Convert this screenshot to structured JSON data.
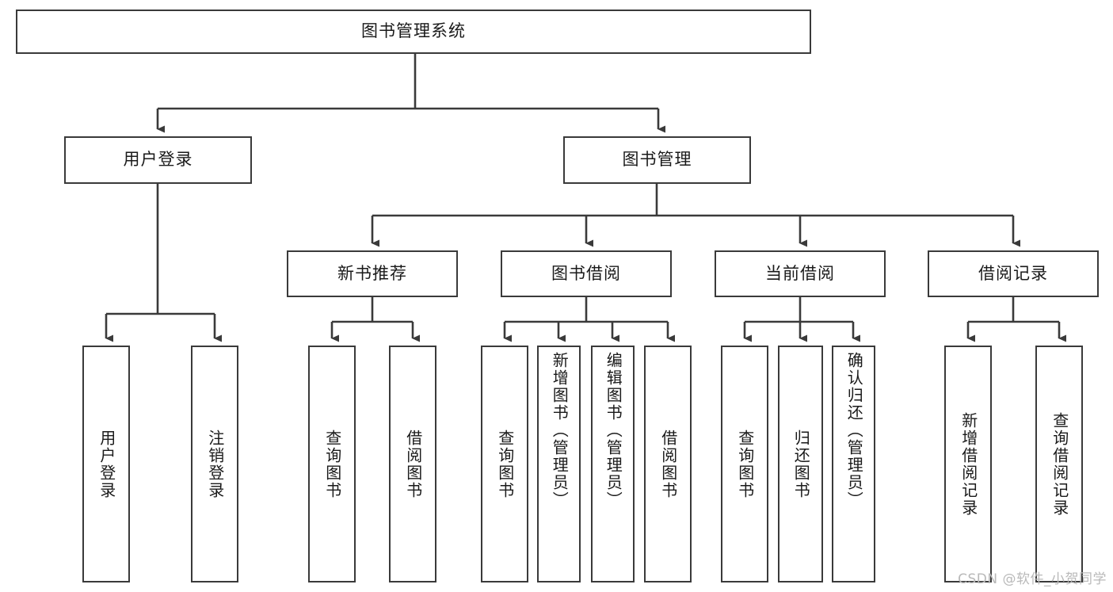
{
  "diagram": {
    "type": "tree-hierarchy-functional-decomposition",
    "title": "图书管理系统",
    "root": {
      "id": "root",
      "label": "图书管理系统",
      "orientation": "horizontal"
    },
    "level2": [
      {
        "id": "user-login",
        "label": "用户登录",
        "orientation": "horizontal"
      },
      {
        "id": "book-manage",
        "label": "图书管理",
        "orientation": "horizontal"
      }
    ],
    "level3": [
      {
        "id": "new-book-recommend",
        "label": "新书推荐",
        "orientation": "horizontal",
        "parent": "book-manage"
      },
      {
        "id": "book-borrow",
        "label": "图书借阅",
        "orientation": "horizontal",
        "parent": "book-manage"
      },
      {
        "id": "current-borrow",
        "label": "当前借阅",
        "orientation": "horizontal",
        "parent": "book-manage"
      },
      {
        "id": "borrow-record",
        "label": "借阅记录",
        "orientation": "horizontal",
        "parent": "book-manage"
      }
    ],
    "leaves": [
      {
        "id": "leaf-user-login",
        "label": "用户登录",
        "parent": "user-login"
      },
      {
        "id": "leaf-logout-login",
        "label": "注销登录",
        "parent": "user-login"
      },
      {
        "id": "leaf-query-book-1",
        "label": "查询图书",
        "parent": "new-book-recommend"
      },
      {
        "id": "leaf-borrow-book-1",
        "label": "借阅图书",
        "parent": "new-book-recommend"
      },
      {
        "id": "leaf-query-book-2",
        "label": "查询图书",
        "parent": "book-borrow"
      },
      {
        "id": "leaf-add-book",
        "label": "新增图书（管理员）",
        "parent": "book-borrow"
      },
      {
        "id": "leaf-edit-book",
        "label": "编辑图书（管理员）",
        "parent": "book-borrow"
      },
      {
        "id": "leaf-borrow-book-2",
        "label": "借阅图书",
        "parent": "book-borrow"
      },
      {
        "id": "leaf-query-book-3",
        "label": "查询图书",
        "parent": "current-borrow"
      },
      {
        "id": "leaf-return-book",
        "label": "归还图书",
        "parent": "current-borrow"
      },
      {
        "id": "leaf-confirm-return",
        "label": "确认归还（管理员）",
        "parent": "current-borrow"
      },
      {
        "id": "leaf-add-record",
        "label": "新增借阅记录",
        "parent": "borrow-record"
      },
      {
        "id": "leaf-query-record",
        "label": "查询借阅记录",
        "parent": "borrow-record"
      }
    ],
    "colors": {
      "box_border": "#3a3a3a",
      "box_fill": "#ffffff",
      "connector": "#3a3a3a",
      "text": "#1a1a1a",
      "watermark": "#b9b9b9",
      "background": "#ffffff"
    }
  },
  "watermark": {
    "text": "CSDN @软件_小贺同学"
  }
}
